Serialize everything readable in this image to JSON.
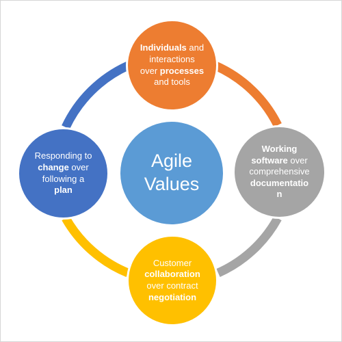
{
  "center": {
    "line1": "Agile",
    "line2": "Values"
  },
  "values": [
    {
      "id": "top",
      "color": "#ed7d31",
      "lines": [
        [
          {
            "t": "Individuals",
            "b": true
          },
          {
            "t": " and",
            "b": false
          }
        ],
        [
          {
            "t": "interactions",
            "b": false
          }
        ],
        [
          {
            "t": "over ",
            "b": false
          },
          {
            "t": "processes",
            "b": true
          }
        ],
        [
          {
            "t": "and tools",
            "b": false
          }
        ]
      ]
    },
    {
      "id": "right",
      "color": "#a5a5a5",
      "lines": [
        [
          {
            "t": "Working",
            "b": true
          }
        ],
        [
          {
            "t": "software",
            "b": true
          },
          {
            "t": " over",
            "b": false
          }
        ],
        [
          {
            "t": "comprehensive",
            "b": false
          }
        ],
        [
          {
            "t": "documentatio",
            "b": true
          }
        ],
        [
          {
            "t": "n",
            "b": true
          }
        ]
      ]
    },
    {
      "id": "bottom",
      "color": "#ffc000",
      "lines": [
        [
          {
            "t": "Customer",
            "b": false
          }
        ],
        [
          {
            "t": "collaboration",
            "b": true
          }
        ],
        [
          {
            "t": "over contract",
            "b": false
          }
        ],
        [
          {
            "t": "negotiation",
            "b": true
          }
        ]
      ]
    },
    {
      "id": "left",
      "color": "#4472c4",
      "lines": [
        [
          {
            "t": "Responding to",
            "b": false
          }
        ],
        [
          {
            "t": "change",
            "b": true
          },
          {
            "t": " over",
            "b": false
          }
        ],
        [
          {
            "t": "following a",
            "b": false
          }
        ],
        [
          {
            "t": "plan",
            "b": true
          }
        ]
      ]
    }
  ],
  "ring_colors": {
    "top_to_right": "#ed7d31",
    "right_to_bottom": "#a5a5a5",
    "bottom_to_left": "#ffc000",
    "left_to_top": "#4472c4"
  }
}
